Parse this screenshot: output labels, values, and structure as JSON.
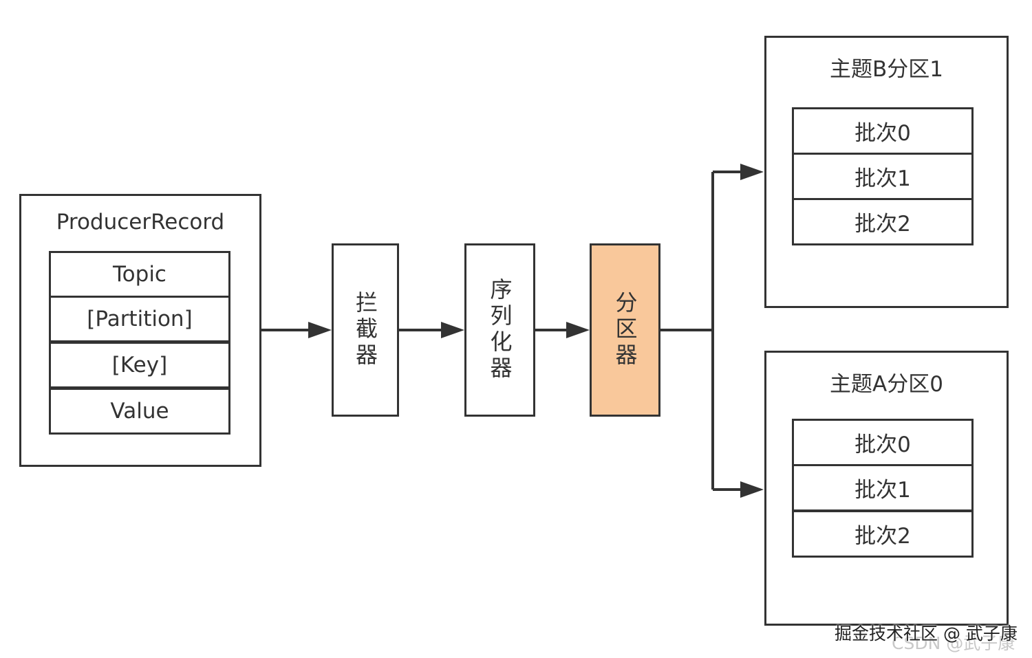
{
  "producer_record": {
    "title": "ProducerRecord",
    "fields": [
      "Topic",
      "[Partition]",
      "[Key]",
      "Value"
    ]
  },
  "pipeline": {
    "interceptor": "拦截器",
    "serializer": "序列化器",
    "partitioner": "分区器"
  },
  "partitions": [
    {
      "title": "主题B分区1",
      "batches": [
        "批次0",
        "批次1",
        "批次2"
      ]
    },
    {
      "title": "主题A分区0",
      "batches": [
        "批次0",
        "批次1",
        "批次2"
      ]
    }
  ],
  "colors": {
    "partitioner_fill": "#f9c89b",
    "line": "#333333"
  },
  "watermark": {
    "primary": "掘金技术社区 @ 武子康",
    "secondary": "CSDN @武子康"
  }
}
